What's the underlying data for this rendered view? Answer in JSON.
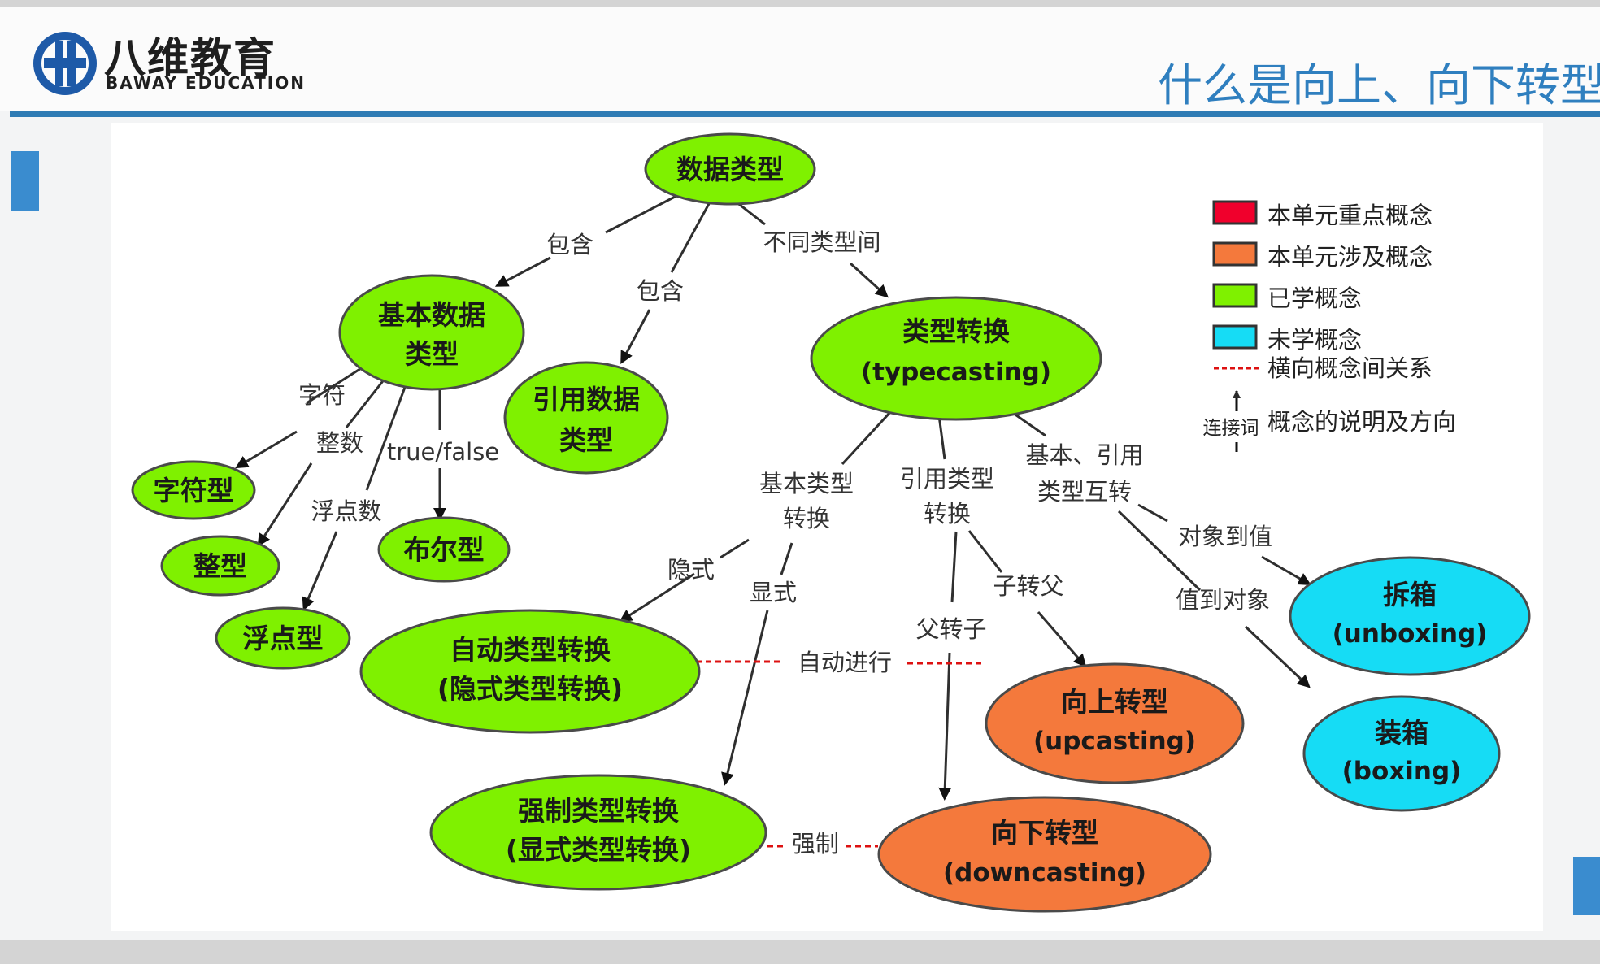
{
  "header": {
    "logo_cn": "八维教育",
    "logo_en": "BAWAY EDUCATION",
    "slide_title": "什么是向上、向下转型"
  },
  "colors": {
    "key_concept": "#f0002c",
    "involved_concept": "#f4793c",
    "learned_concept": "#7ff100",
    "unlearned_concept": "#16dcf5",
    "relation_line": "#dd1111",
    "accent_blue": "#2e7bb4"
  },
  "nodes": {
    "data_types": {
      "line1": "数据类型",
      "line2": "",
      "kind": "learned"
    },
    "primitive": {
      "line1": "基本数据",
      "line2": "类型",
      "kind": "learned"
    },
    "reference": {
      "line1": "引用数据",
      "line2": "类型",
      "kind": "learned"
    },
    "typecasting": {
      "line1": "类型转换",
      "line2": "(typecasting)",
      "kind": "learned"
    },
    "char_type": {
      "line1": "字符型",
      "line2": "",
      "kind": "learned"
    },
    "int_type": {
      "line1": "整型",
      "line2": "",
      "kind": "learned"
    },
    "float_type": {
      "line1": "浮点型",
      "line2": "",
      "kind": "learned"
    },
    "bool_type": {
      "line1": "布尔型",
      "line2": "",
      "kind": "learned"
    },
    "auto_cast": {
      "line1": "自动类型转换",
      "line2": "(隐式类型转换)",
      "kind": "learned"
    },
    "force_cast": {
      "line1": "强制类型转换",
      "line2": "(显式类型转换)",
      "kind": "learned"
    },
    "upcasting": {
      "line1": "向上转型",
      "line2": "(upcasting)",
      "kind": "involved"
    },
    "downcasting": {
      "line1": "向下转型",
      "line2": "(downcasting)",
      "kind": "involved"
    },
    "unboxing": {
      "line1": "拆箱",
      "line2": "(unboxing)",
      "kind": "unlearned"
    },
    "boxing": {
      "line1": "装箱",
      "line2": "(boxing)",
      "kind": "unlearned"
    }
  },
  "edge_labels": {
    "contains_left": "包含",
    "contains_mid": "包含",
    "between_types": "不同类型间",
    "char": "字符",
    "integer": "整数",
    "float": "浮点数",
    "bool": "true/false",
    "prim_conv_1": "基本类型",
    "prim_conv_2": "转换",
    "ref_conv_1": "引用类型",
    "ref_conv_2": "转换",
    "interconv_1": "基本、引用",
    "interconv_2": "类型互转",
    "implicit": "隐式",
    "explicit": "显式",
    "child_to_parent": "子转父",
    "parent_to_child": "父转子",
    "obj_to_val": "对象到值",
    "val_to_obj": "值到对象",
    "auto_proceed": "自动进行",
    "forced": "强制"
  },
  "legend": {
    "key_concept": "本单元重点概念",
    "involved_concept": "本单元涉及概念",
    "learned_concept": "已学概念",
    "unlearned_concept": "未学概念",
    "horizontal_relation": "横向概念间关系",
    "connector_word": "连接词",
    "direction_desc": "概念的说明及方向"
  }
}
